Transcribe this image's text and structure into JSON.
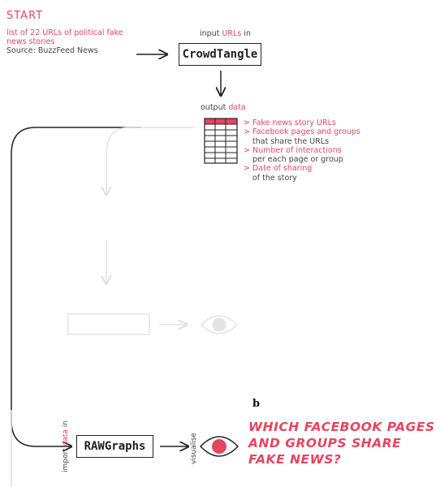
{
  "start": "START",
  "source": {
    "line1": "list of 22 URLs of political fake",
    "line2": "news stories",
    "line3": "Source: BuzzFeed News"
  },
  "input_label": {
    "prefix": "input ",
    "highlight": "URLs",
    "suffix": " in"
  },
  "crowdtangle": "CrowdTangle",
  "output_label": {
    "prefix": "output ",
    "highlight": "data"
  },
  "outputs": [
    {
      "title": "> Fake news story URLs",
      "sub": ""
    },
    {
      "title": "> Facebook pages and groups",
      "sub": "that share the URLs"
    },
    {
      "title": "> Number of interactions",
      "sub": "per each page or group"
    },
    {
      "title": "> Date of sharing",
      "sub": "of the story"
    }
  ],
  "import_label": {
    "prefix": "import ",
    "highlight": "data",
    "suffix": " in"
  },
  "rawgraphs": "RAWGraphs",
  "visualise": "visualise",
  "panel_letter": "b",
  "question": "WHICH FACEBOOK PAGES AND GROUPS SHARE FAKE NEWS?",
  "colors": {
    "accent": "#e6455f",
    "line": "#222222",
    "faded": "#dddddd"
  }
}
